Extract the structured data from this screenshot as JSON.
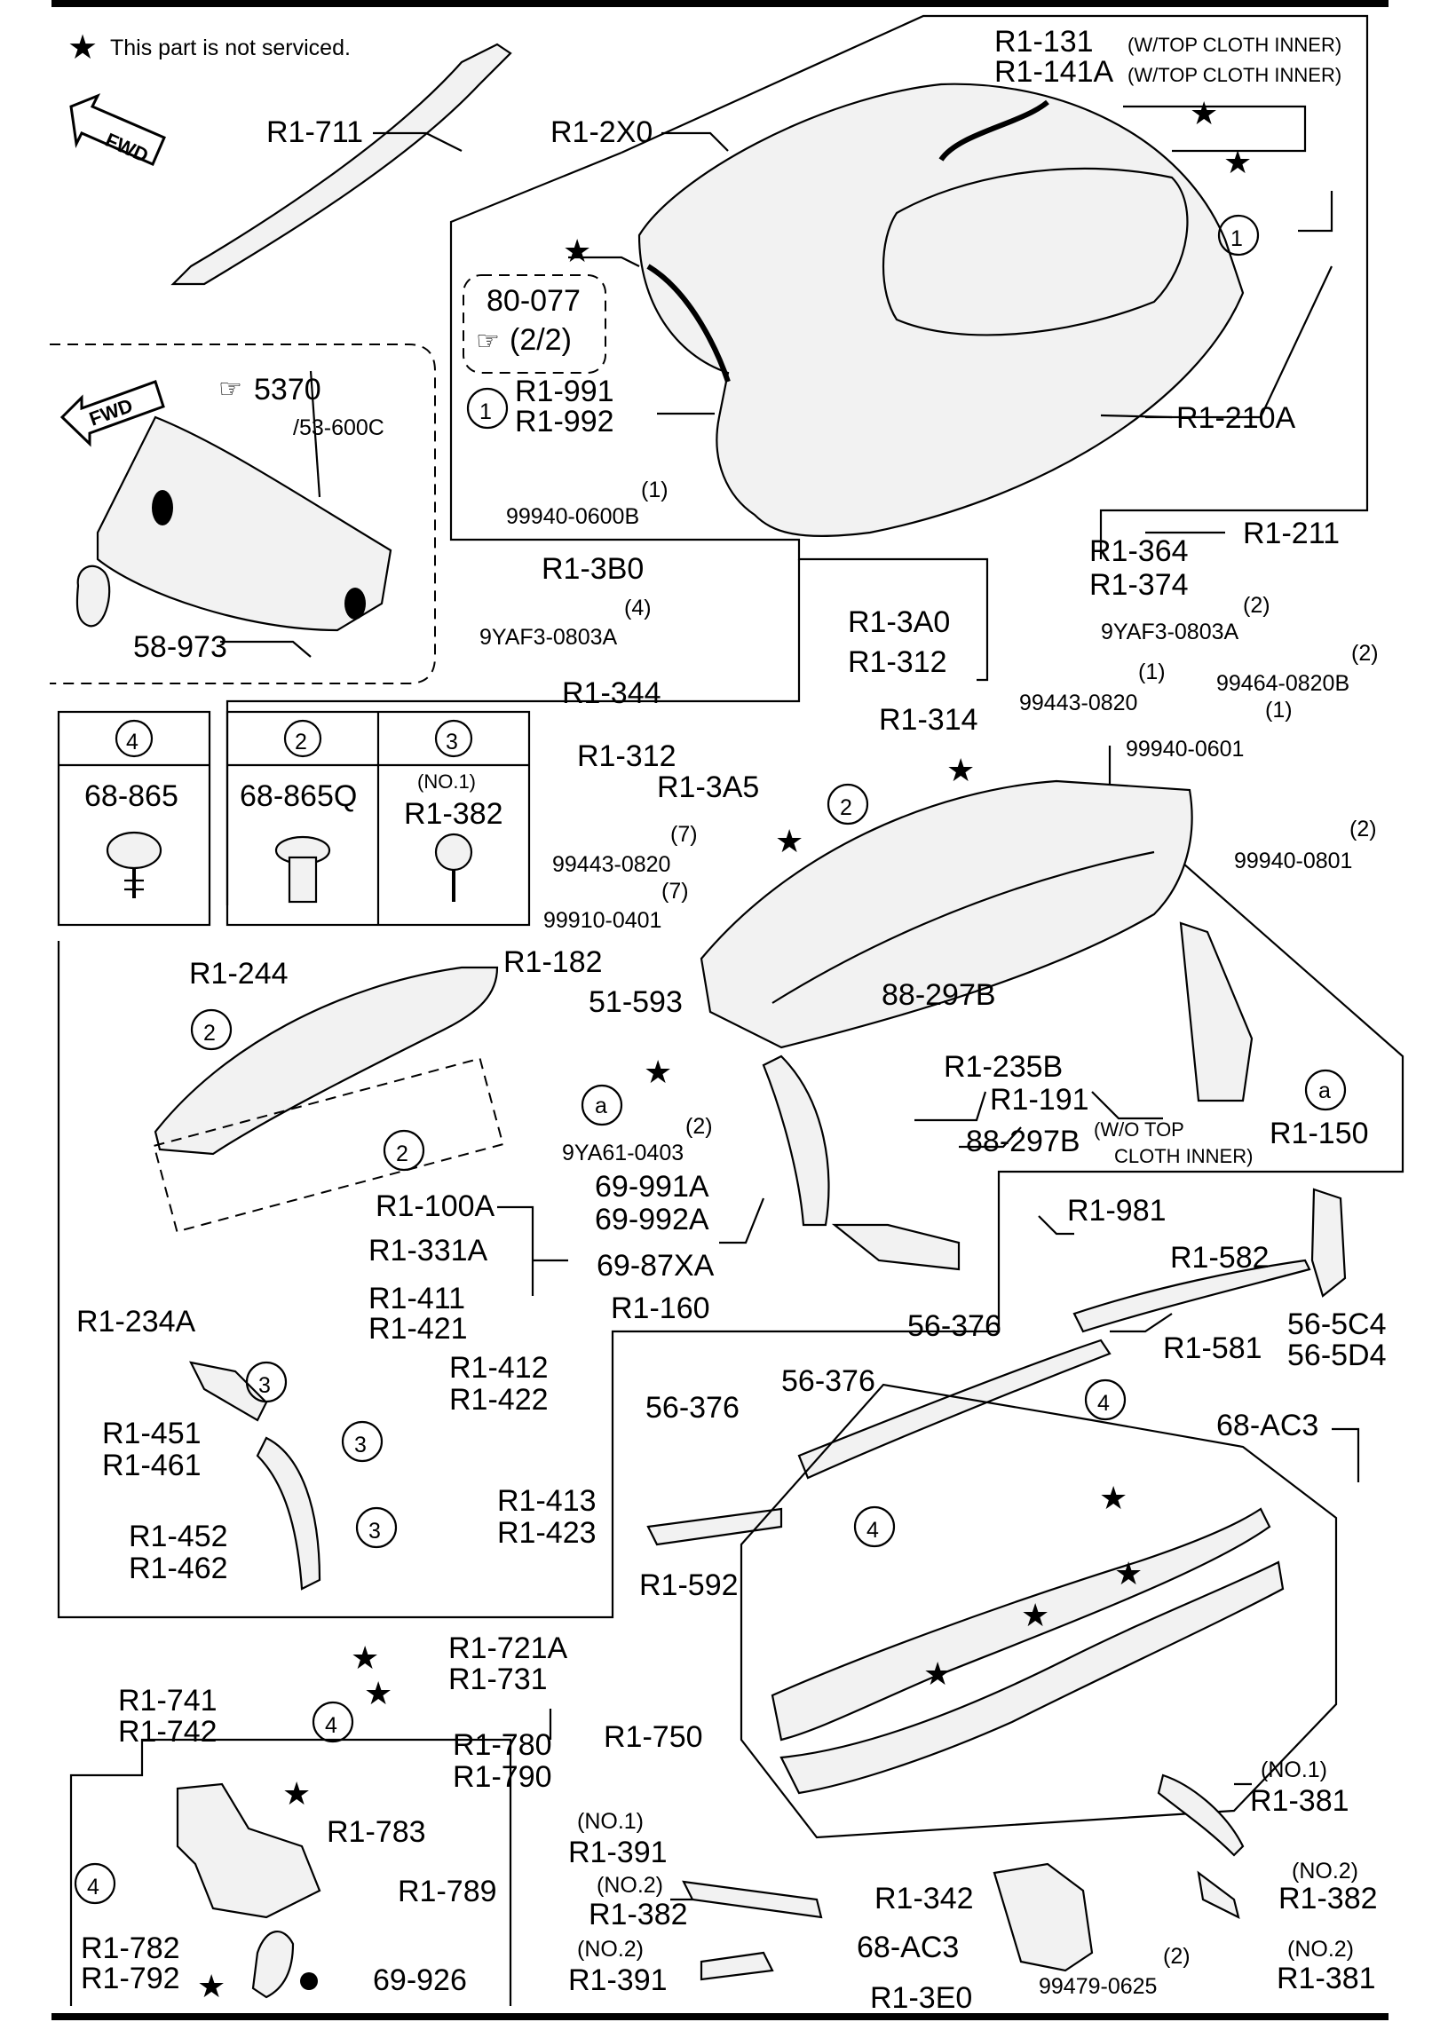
{
  "legend": {
    "note": "This part is not serviced."
  },
  "fwd_label": "FWD",
  "boxes": [
    {
      "num": "4",
      "part": "68-865",
      "sub": ""
    },
    {
      "num": "2",
      "part": "68-865Q",
      "sub": ""
    },
    {
      "num": "3",
      "part": "R1-382",
      "sub": "(NO.1)"
    }
  ],
  "refs": {
    "ref1": "80-077",
    "ref1_sub": "(2/2)",
    "ref2": "5370",
    "ref2_sub": "/53-600C"
  },
  "circles": {
    "one": "1",
    "two": "2",
    "three": "3",
    "four": "4",
    "a": "a"
  },
  "notes": {
    "w_top": "(W/TOP CLOTH INNER)",
    "wo_top_1": "(W/O TOP",
    "wo_top_2": "CLOTH INNER)"
  },
  "labels": [
    {
      "id": "r1-711",
      "text": "R1-711"
    },
    {
      "id": "r1-2x0",
      "text": "R1-2X0"
    },
    {
      "id": "r1-131",
      "text": "R1-131"
    },
    {
      "id": "r1-141a",
      "text": "R1-141A"
    },
    {
      "id": "r1-210a",
      "text": "R1-210A"
    },
    {
      "id": "r1-991",
      "text": "R1-991"
    },
    {
      "id": "r1-992",
      "text": "R1-992"
    },
    {
      "id": "qty-1a",
      "text": "(1)"
    },
    {
      "id": "99940-0600b",
      "text": "99940-0600B"
    },
    {
      "id": "r1-211",
      "text": "R1-211"
    },
    {
      "id": "58-973",
      "text": "58-973"
    },
    {
      "id": "r1-3b0",
      "text": "R1-3B0"
    },
    {
      "id": "qty-4",
      "text": "(4)"
    },
    {
      "id": "9yaf3-0803a-l",
      "text": "9YAF3-0803A"
    },
    {
      "id": "r1-3a0",
      "text": "R1-3A0"
    },
    {
      "id": "r1-312a",
      "text": "R1-312"
    },
    {
      "id": "r1-344",
      "text": "R1-344"
    },
    {
      "id": "r1-312b",
      "text": "R1-312"
    },
    {
      "id": "r1-3a5",
      "text": "R1-3A5"
    },
    {
      "id": "r1-364",
      "text": "R1-364"
    },
    {
      "id": "r1-374",
      "text": "R1-374"
    },
    {
      "id": "qty-2a",
      "text": "(2)"
    },
    {
      "id": "9yaf3-0803a-r",
      "text": "9YAF3-0803A"
    },
    {
      "id": "qty-1b",
      "text": "(1)"
    },
    {
      "id": "99443-0820a",
      "text": "99443-0820"
    },
    {
      "id": "r1-314",
      "text": "R1-314"
    },
    {
      "id": "qty-2b",
      "text": "(2)"
    },
    {
      "id": "99464-0820b",
      "text": "99464-0820B"
    },
    {
      "id": "qty-1c",
      "text": "(1)"
    },
    {
      "id": "99940-0601",
      "text": "99940-0601"
    },
    {
      "id": "qty-2c",
      "text": "(2)"
    },
    {
      "id": "99940-0801",
      "text": "99940-0801"
    },
    {
      "id": "qty-7a",
      "text": "(7)"
    },
    {
      "id": "99443-0820b",
      "text": "99443-0820"
    },
    {
      "id": "qty-7b",
      "text": "(7)"
    },
    {
      "id": "99910-0401",
      "text": "99910-0401"
    },
    {
      "id": "r1-244",
      "text": "R1-244"
    },
    {
      "id": "r1-182",
      "text": "R1-182"
    },
    {
      "id": "51-593",
      "text": "51-593"
    },
    {
      "id": "88-297b-a",
      "text": "88-297B"
    },
    {
      "id": "r1-235b",
      "text": "R1-235B"
    },
    {
      "id": "r1-191",
      "text": "R1-191"
    },
    {
      "id": "r1-150",
      "text": "R1-150"
    },
    {
      "id": "qty-2d",
      "text": "(2)"
    },
    {
      "id": "9ya61-0403",
      "text": "9YA61-0403"
    },
    {
      "id": "69-991a",
      "text": "69-991A"
    },
    {
      "id": "69-992a",
      "text": "69-992A"
    },
    {
      "id": "88-297b-b",
      "text": "88-297B"
    },
    {
      "id": "r1-100a",
      "text": "R1-100A"
    },
    {
      "id": "r1-331a",
      "text": "R1-331A"
    },
    {
      "id": "69-87xa",
      "text": "69-87XA"
    },
    {
      "id": "r1-160",
      "text": "R1-160"
    },
    {
      "id": "r1-981",
      "text": "R1-981"
    },
    {
      "id": "r1-582",
      "text": "R1-582"
    },
    {
      "id": "56-376a",
      "text": "56-376"
    },
    {
      "id": "56-5c4",
      "text": "56-5C4"
    },
    {
      "id": "56-5d4",
      "text": "56-5D4"
    },
    {
      "id": "r1-581",
      "text": "R1-581"
    },
    {
      "id": "r1-234a",
      "text": "R1-234A"
    },
    {
      "id": "r1-411",
      "text": "R1-411"
    },
    {
      "id": "r1-421",
      "text": "R1-421"
    },
    {
      "id": "r1-412",
      "text": "R1-412"
    },
    {
      "id": "r1-422",
      "text": "R1-422"
    },
    {
      "id": "r1-451",
      "text": "R1-451"
    },
    {
      "id": "r1-461",
      "text": "R1-461"
    },
    {
      "id": "r1-413",
      "text": "R1-413"
    },
    {
      "id": "r1-423",
      "text": "R1-423"
    },
    {
      "id": "r1-452",
      "text": "R1-452"
    },
    {
      "id": "r1-462",
      "text": "R1-462"
    },
    {
      "id": "56-376b",
      "text": "56-376"
    },
    {
      "id": "56-376c",
      "text": "56-376"
    },
    {
      "id": "r1-592",
      "text": "R1-592"
    },
    {
      "id": "68-ac3a",
      "text": "68-AC3"
    },
    {
      "id": "r1-721a",
      "text": "R1-721A"
    },
    {
      "id": "r1-731",
      "text": "R1-731"
    },
    {
      "id": "r1-741",
      "text": "R1-741"
    },
    {
      "id": "r1-742",
      "text": "R1-742"
    },
    {
      "id": "r1-750",
      "text": "R1-750"
    },
    {
      "id": "r1-780",
      "text": "R1-780"
    },
    {
      "id": "r1-790",
      "text": "R1-790"
    },
    {
      "id": "r1-783",
      "text": "R1-783"
    },
    {
      "id": "r1-789",
      "text": "R1-789"
    },
    {
      "id": "r1-782",
      "text": "R1-782"
    },
    {
      "id": "r1-792",
      "text": "R1-792"
    },
    {
      "id": "69-926",
      "text": "69-926"
    },
    {
      "id": "no1a",
      "text": "(NO.1)"
    },
    {
      "id": "r1-391a",
      "text": "R1-391"
    },
    {
      "id": "no2a",
      "text": "(NO.2)"
    },
    {
      "id": "r1-382a",
      "text": "R1-382"
    },
    {
      "id": "no2b",
      "text": "(NO.2)"
    },
    {
      "id": "r1-391b",
      "text": "R1-391"
    },
    {
      "id": "r1-342",
      "text": "R1-342"
    },
    {
      "id": "68-ac3b",
      "text": "68-AC3"
    },
    {
      "id": "r1-3e0",
      "text": "R1-3E0"
    },
    {
      "id": "qty-2e",
      "text": "(2)"
    },
    {
      "id": "99479-0625",
      "text": "99479-0625"
    },
    {
      "id": "no1b",
      "text": "(NO.1)"
    },
    {
      "id": "r1-381a",
      "text": "R1-381"
    },
    {
      "id": "no2c",
      "text": "(NO.2)"
    },
    {
      "id": "r1-382b",
      "text": "R1-382"
    },
    {
      "id": "no2d",
      "text": "(NO.2)"
    },
    {
      "id": "r1-381b",
      "text": "R1-381"
    }
  ]
}
